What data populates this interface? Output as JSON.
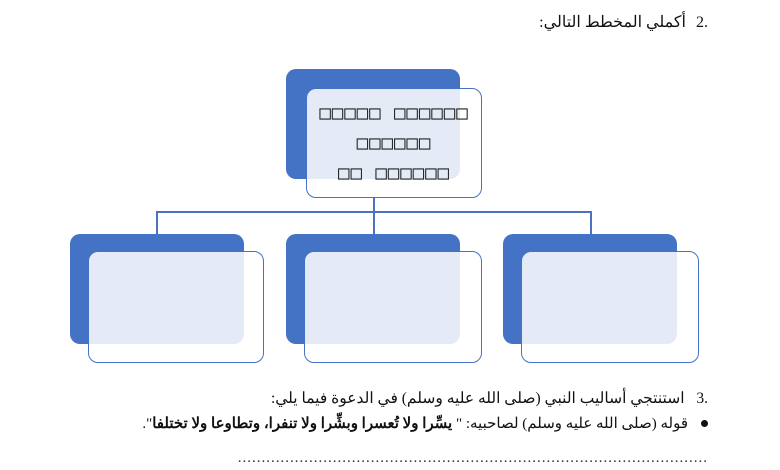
{
  "question2": {
    "number": ".2",
    "text": "أكملي المخطط التالي:"
  },
  "diagram": {
    "top_box_lines": [
      "□□□□□ □□□□□□",
      "□□□□□□",
      "□□ □□□□□□"
    ],
    "bottom_boxes": [
      "",
      "",
      ""
    ],
    "colors": {
      "accent": "#4472c4",
      "connector": "#4a72be"
    }
  },
  "question3": {
    "number": ".3",
    "text": "استنتجي أساليب النبي (صلى الله عليه وسلم) في الدعوة فيما يلي:",
    "bullet_prefix": "قوله (صلى الله عليه وسلم) لصاحبيه: \"",
    "bullet_quote": " يسِّرا ولا تُعسرا وبشِّرا ولا تنفرا، وتطاوعا ولا تختلفا",
    "bullet_suffix": "\".",
    "answer_line": "..................................................................................................."
  }
}
